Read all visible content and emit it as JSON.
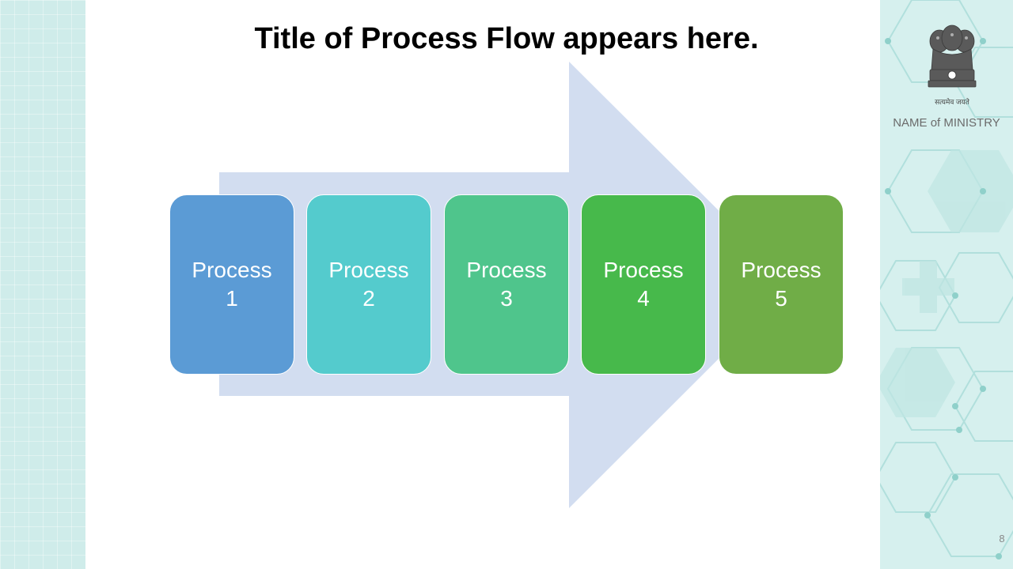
{
  "title": "Title of Process Flow appears here.",
  "branding": {
    "emblem_caption": "सत्यमेव जयते",
    "ministry_name": "NAME of MINISTRY"
  },
  "page_number": "8",
  "colors": {
    "arrow": "#d2ddf0",
    "background_band": "#cfecea"
  },
  "process_flow": [
    {
      "label": "Process\n1",
      "color": "#5b9bd5"
    },
    {
      "label": "Process\n2",
      "color": "#54cbcd"
    },
    {
      "label": "Process\n3",
      "color": "#4fc58c"
    },
    {
      "label": "Process\n4",
      "color": "#47b94b"
    },
    {
      "label": "Process\n5",
      "color": "#70ad47"
    }
  ]
}
